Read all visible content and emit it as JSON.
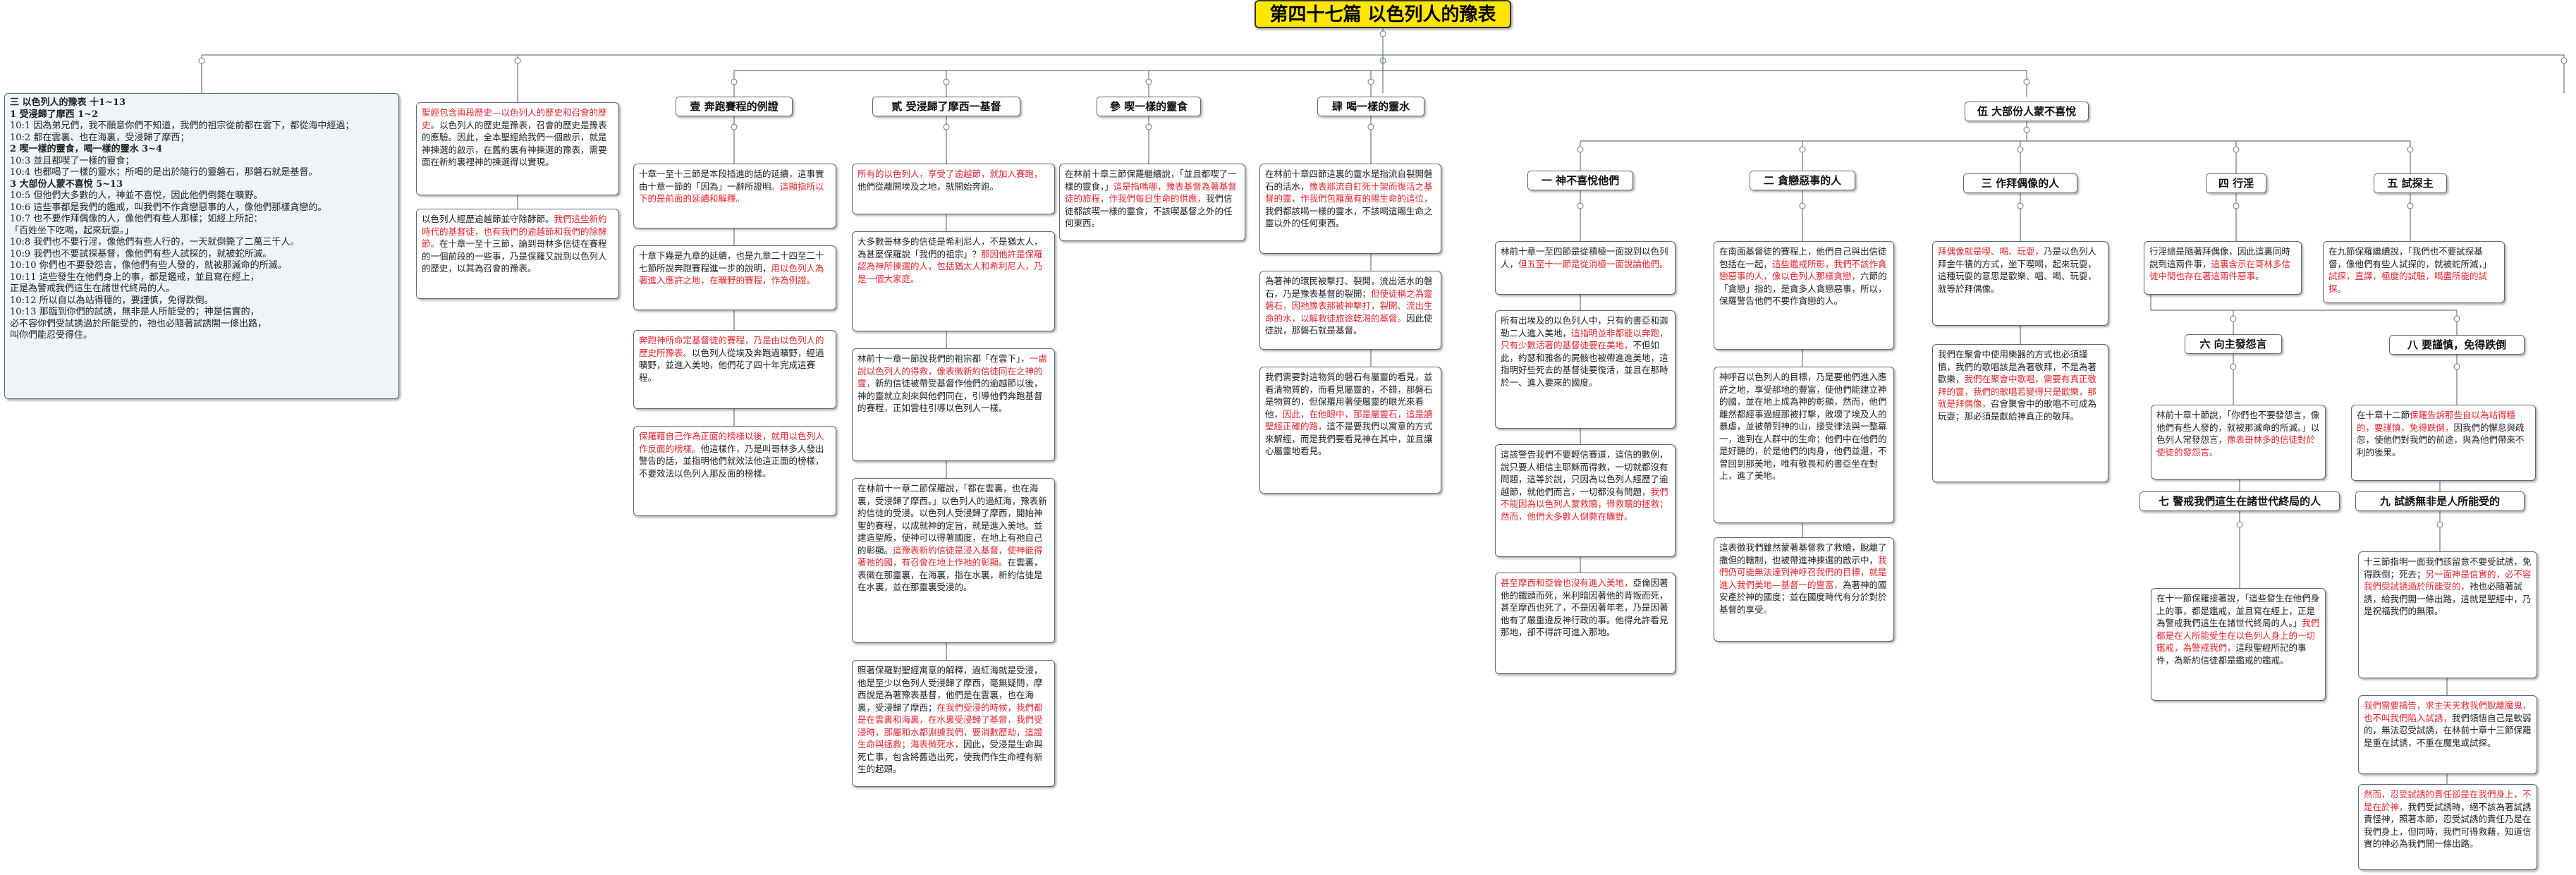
{
  "title": "第四十七篇 以色列人的豫表",
  "sections": [
    {
      "label": "壹 奔跑賽程的例證"
    },
    {
      "label": "貳 受浸歸了摩西一基督"
    },
    {
      "label": "參 喫一樣的靈食"
    },
    {
      "label": "肆 喝一樣的靈水"
    },
    {
      "label": "伍 大部份人蒙不喜悅"
    }
  ],
  "subsections": [
    {
      "label": "一 神不喜悅他們"
    },
    {
      "label": "二 貪戀惡事的人"
    },
    {
      "label": "三 作拜偶像的人"
    },
    {
      "label": "四 行淫"
    },
    {
      "label": "五 試探主"
    },
    {
      "label": "六 向主發怨言"
    },
    {
      "label": "七 警戒我們這生在諸世代終局的人"
    },
    {
      "label": "八 要謹慎，免得跌倒"
    },
    {
      "label": "九 試誘無非是人所能受的"
    }
  ],
  "summary": [
    {
      "text": "三 以色列人的豫表 十1~13",
      "bold": true
    },
    {
      "text": "1 受浸歸了摩西 1~2",
      "bold": true
    },
    {
      "text": "10:1 因為弟兄們，我不願意你們不知道，我們的祖宗從前都在雲下，都從海中經過；"
    },
    {
      "text": "10:2 都在雲裏、也在海裏，受浸歸了摩西；"
    },
    {
      "text": "2 喫一樣的靈食，喝一樣的靈水 3~4",
      "bold": true
    },
    {
      "text": "10:3 並且都喫了一樣的靈食；"
    },
    {
      "text": "10:4 也都喝了一樣的靈水；所喝的是出於隨行的靈磐石，那磐石就是基督。"
    },
    {
      "text": "3 大部份人蒙不喜悅 5~13",
      "bold": true
    },
    {
      "text": "10:5 但他們大多數的人，神並不喜悅，因此他們倒斃在曠野。"
    },
    {
      "text": "10:6 這些事都是我們的鑑戒，叫我們不作貪戀惡事的人，像他們那樣貪戀的。"
    },
    {
      "text": "10:7 也不要作拜偶像的人，像他們有些人那樣；如經上所記："
    },
    {
      "text": "「百姓坐下吃喝，起來玩耍。」"
    },
    {
      "text": "10:8 我們也不要行淫，像他們有些人行的，一天就倒斃了二萬三千人。"
    },
    {
      "text": "10:9 我們也不要試探基督，像他們有些人試探的，就被蛇所滅。"
    },
    {
      "text": "10:10 你們也不要發怨言，像他們有些人發的，就被那滅命的所滅。"
    },
    {
      "text": "10:11 這些發生在他們身上的事，都是鑑戒，並且寫在經上，"
    },
    {
      "text": "正是為警戒我們這生在諸世代終局的人。"
    },
    {
      "text": "10:12 所以自以為站得穩的，要謹慎，免得跌倒。"
    },
    {
      "text": "10:13 那臨到你們的試誘，無非是人所能受的；神是信實的，"
    },
    {
      "text": "必不容你們受試誘過於所能受的，祂也必隨著試誘開一條出路，"
    },
    {
      "text": "叫你們能忍受得住。"
    }
  ],
  "notes": {
    "intro": [
      {
        "red": "聖經包含兩段歷史—以色列人的歷史和召會的歷史。",
        "text": "以色列人的歷史是豫表，召會的歷史是豫表的應驗。因此，全本聖經給我們一個啟示，就是神揀選的啟示，在舊約裏有神揀選的豫表，需要面在新約裏裡神的揀選得以實現。"
      },
      {
        "text": "以色列人經歷逾越節並守除酵節。",
        "red": "我們這些新約時代的基督徒，也有我們的逾越節和我們的除酵節。",
        "tail": "在十章一至十三節，論到哥林多信徒在賽程的一個前段的一些事，乃是保羅又說到以色列人的歷史，以其為召會的豫表。"
      }
    ],
    "s1": [
      {
        "text": "十章一至十三節是本段插進的話的延續，這事實由十章一節的「因為」一辭所證明。",
        "red": "這顯指所以下的是前面的延續和解釋。"
      },
      {
        "text": "十章下幾是九章的延續，也是九章二十四至二十七節所說奔跑賽程進一步的說明，",
        "red": "用以色列人為著進入應許之地，在曠野的賽程，作為例證。"
      },
      {
        "red": "奔跑神所命定基督徒的賽程，乃是由以色列人的歷史所豫表。",
        "text": "以色列人從埃及奔跑過曠野，經過曠野，並進入美地，他們花了四十年完成這賽程。"
      },
      {
        "red": "保羅藉自己作為正面的榜樣以後，就用以色列人作反面的榜樣。",
        "text": "他這樣作，乃是叫哥林多人發出警告的話，並指明他們就效法他這正面的榜樣，不要效法以色列人那反面的榜樣。"
      }
    ],
    "s2": [
      {
        "red": "所有的以色列人，享受了逾越節，就加入賽跑，",
        "text": "他們從離開埃及之地，就開始奔跑。"
      },
      {
        "text": "大多數哥林多的信徒是希利尼人，不是猶太人，為甚麼保羅說「我們的祖宗」？",
        "red": "那因他許是保羅認為神所揀選的人，包括猶太人和希利尼人，乃是一個大家庭。"
      },
      {
        "text": "林前十一章一節說我們的祖宗都「在雲下」，",
        "red": "一處說以色列人的得救，像表徵新約信徒同在之神的靈，",
        "tail": "新約信徒被帶受基督作他們的逾越節以後，神的靈就立刻來與他們同在，引導他們奔跑基督的賽程，正如雲柱引導以色列人一樣。"
      },
      {
        "text": "在林前十一章二節保羅說，「都在雲裏，也在海裏，受浸歸了摩西。」",
        "tail": "以色列人的過紅海，豫表新約信徒的受浸。以色列人受浸歸了摩西，開始神聖的賽程，以成就神的定旨，就是進入美地。並建造聖殿，使神可以得著國度，在地上有祂自己的彰顯。",
        "red": "這豫表新約信徒是浸入基督，使神能得著祂的國，有召會在地上作祂的彰顯。",
        "tail2": "在雲裏，表徵在那靈裏，在海裏，指在水裏，新約信徒是在水裏，並在那靈裏受浸的。"
      },
      {
        "text": "照著保羅對聖經寓意的解釋，過紅海就是受浸，他是至少以色列人受浸歸了摩西，毫無疑問，摩西說是為著豫表基督，他們是在雲裏，也在海裏，受浸歸了摩西；",
        "red": "在我們受浸的時候，我們都是在雲裏和海裏，在水裏受浸歸了基督，我們受浸時，那屬和水都淵據我們，要消數歷劫，這證生命與拯救；海表徵死水，",
        "tail": "因此，受浸是生命與死亡事，包含將舊造出死，使我們作生命裡有新生的起頭。"
      }
    ],
    "s3": [
      {
        "text": "在林前十章三節保羅繼續說，「並且都喫了一樣的靈食，」",
        "red": "這是指嗎哪，豫表基督為著基督徒的旅程，作我們每日生命的供應，",
        "tail": "我們信徒都該喫一樣的靈食，不該喫基督之外的任何東西。"
      }
    ],
    "s4": [
      {
        "text": "在林前十章四節這裏的靈水是指流自裂開磐石的活水，",
        "red": "豫表那流自釘死十架而復活之基督的靈，作我們包羅萬有的賜生命的這位，",
        "tail": "我們都該喝一樣的靈水，不該喝這賜生命之靈以外的任何東西。"
      },
      {
        "text": "為著神的環民被擊打、裂開，流出活水的磐石，乃是豫表基督的裂開；",
        "red": "但使徒稱之為靈磐石，因祂豫表那被神擊打，裂開、流出生命的水，以解救徒旅途乾渴的基督。",
        "tail": "因此使徒說，那磐石就是基督。"
      },
      {
        "text": "我們需要對這物質的磐石有屬靈的看見，並看清物質的，而看見屬靈的，不錯，那磐石是物質的，但保羅用著使屬靈的眼光來看他，",
        "red": "因此，在他眼中，那是屬靈石，這是讀聖經正確的路，",
        "tail": "這不是要我們以寓意的方式來解經，而是我們要看見神在其中，並且讓心屬靈地看見。"
      }
    ],
    "s5a": [
      {
        "text": "林前十章一至四節是從積極一面說到以色列人，",
        "red": "但五至十一節是從消極一面說論他們。"
      },
      {
        "text": "所有出埃及的以色列人中，只有約書亞和迦勒二人進入美地，",
        "red": "這指明並非都能以奔跑，只有少數活著的基督徒要在美地，",
        "tail": "不但如此，約瑟和雅各的屍骸也被帶進進美地，這指明好些死去的基督徒要復活，並且在那時於一、進入要來的國度。"
      },
      {
        "text": "這該警告我們不要輕信賽道，這信的數例，說只要人相信主耶穌而得救，一切就都沒有問題，這等於說，只因為以色列人經歷了逾越節，就他們而言，一切都沒有問題，",
        "red": "我們不能因為以色列人蒙救贖，得救贖的拯救；然而，他們大多數人倒斃在曠野。"
      },
      {
        "red": "甚至摩西和亞倫也沒有進入美地，",
        "text": "亞倫因著他的鐵頭而死，米利暗因著他的背叛而死，甚至摩西也死了，不是因著年老，乃是因著他有了嚴重違反神行政的事。他得允許看見那地，卻不得許可進入那地。"
      }
    ],
    "s5b": [
      {
        "text": "在南面基督徒的賽程上，他們自己與出信徒包括在一起，",
        "red": "這些鑑戒所影，我們不該作貪戀惡事的人，像以色列人那樣貪戀，",
        "tail": "六節的「貪戀」指的，是貪多人貪戀惡事，所以，保羅警告他們不要作貪戀的人。"
      },
      {
        "text": "神呼召以色列人的目標，乃是要他們進入應許之地，享受那地的豐富，使他們能建立神的國，並在地上成為神的彰顯，然而，他們離然都經事過經那被打擊，敗壞了埃及人的暴虐，並被帶到神的山，接受律法與一整幕一，進到在人群中的生命；他們中在他們的是好聽的，於是他們的肉身，",
        "tail": "他們並還，不曾回到那美地，唯有敬畏和約書亞坐在對上，進了美地。"
      },
      {
        "text": "這表徵我們雖然蒙著基督救了救贖，脫離了撒但的轄制，也被帶進神揀選的啟示中，",
        "red": "我們仍可能無法達到神呼召我們的目標，就是進入我們美地—基督一的豐富，",
        "tail": "為著神的國安產於神的國度；並在國度時代有分於對於基督的享受。"
      }
    ],
    "s5c": [
      {
        "red": "拜偶像就是喫、喝、玩耍，",
        "text": "乃是以色列人拜金牛犢的方式，坐下喫喝，起來玩耍，這種玩耍的意思是歡樂、唱、喝、玩耍，就等於拜偶像。"
      },
      {
        "text": "我們在聚會中使用樂器的方式也必須謹慎，我們的歌唱該是為著敬拜，不是為著歡樂，",
        "red": "我們在聚會中歌唱，需要有真正敬拜的靈，我們的歌唱若變得只是歡樂，那就是拜偶像，",
        "tail": "召會聚會中的歌唱不可成為玩耍；那必須是獻給神真正的敬拜。"
      }
    ],
    "s5d": [
      {
        "text": "行淫總是隨著拜偶像，因此這裏同時說到這兩件事，",
        "red": "這裏含示在哥林多信徒中間也存在著這兩件惡事。"
      }
    ],
    "s5e": [
      {
        "text": "在九節保羅繼續說，「我們也不要試探基督，像他們有些人試探的，就被蛇所滅，」",
        "red": "試探，直譯，極度的試驗，喝盡所能的試探。"
      }
    ],
    "s5f": [
      {
        "text": "林前十章十節說，「你們也不要發怨言，像他們有些人發的，就被那滅命的所滅。」",
        "tail": "以色列人常發怨言，",
        "red": "豫表哥林多的信徒對於使徒的發怨言。"
      }
    ],
    "s5g": [
      {
        "text": "在十一節保羅接著說，「這些發生在他們身上的事，都是鑑戒，並且寫在經上，正是為警戒我們這生在諸世代終局的人。」",
        "red": "我們都是在人所能受生在以色列人身上的一切鑑戒，為警戒我們，",
        "tail": "這段聖經所記的事件，為新約信徒都是鑑戒的鑑戒。"
      }
    ],
    "s5h": [
      {
        "text": "在十章十二節",
        "red": "保羅告訴那些自以為站得穩的，要謹慎，免得跌倒，",
        "tail": "因我們的懈怠與疏忽，使他們對我們的前途，與為他們帶來不利的後果。"
      }
    ],
    "s5i": [
      {
        "text": "十三節指明一面我們該留意不要受試誘，免得跌倒；死去；",
        "red": "另一面神是信實的，必不容我們受試誘過於所能受的，",
        "tail": "祂也必隨著試誘，給我們開一條出路，這就是聖經中，乃是祝福我們的無限。"
      },
      {
        "red": "我們需要禱告，求主天天救我們脫離魔鬼，也不叫我們陷入試誘，",
        "text": "我們領悟自己是軟弱的，無法忍受試誘，在林前十章十三節保羅是重在試誘，不重在魔鬼或試探。"
      },
      {
        "red": "然而，忍受試誘的責任卻是在我們身上，不是在於神，",
        "text": "我們受試誘時，絕不該為著試誘責怪神，照著本節，忍受試誘的責任乃是在我們身上，但同時，我們可得救藉，知道信實的神必為我們開一條出路。"
      }
    ]
  }
}
